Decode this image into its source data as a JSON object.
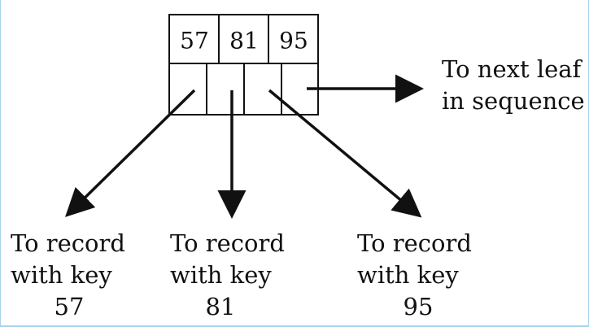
{
  "leaf_node": {
    "keys": [
      "57",
      "81",
      "95"
    ]
  },
  "next_leaf_note": {
    "line1": "To next leaf",
    "line2": "in sequence"
  },
  "record_labels": [
    {
      "line1": "To record",
      "line2": "with key",
      "line3": "57"
    },
    {
      "line1": "To record",
      "line2": "with key",
      "line3": "81"
    },
    {
      "line1": "To record",
      "line2": "with key",
      "line3": "95"
    }
  ]
}
